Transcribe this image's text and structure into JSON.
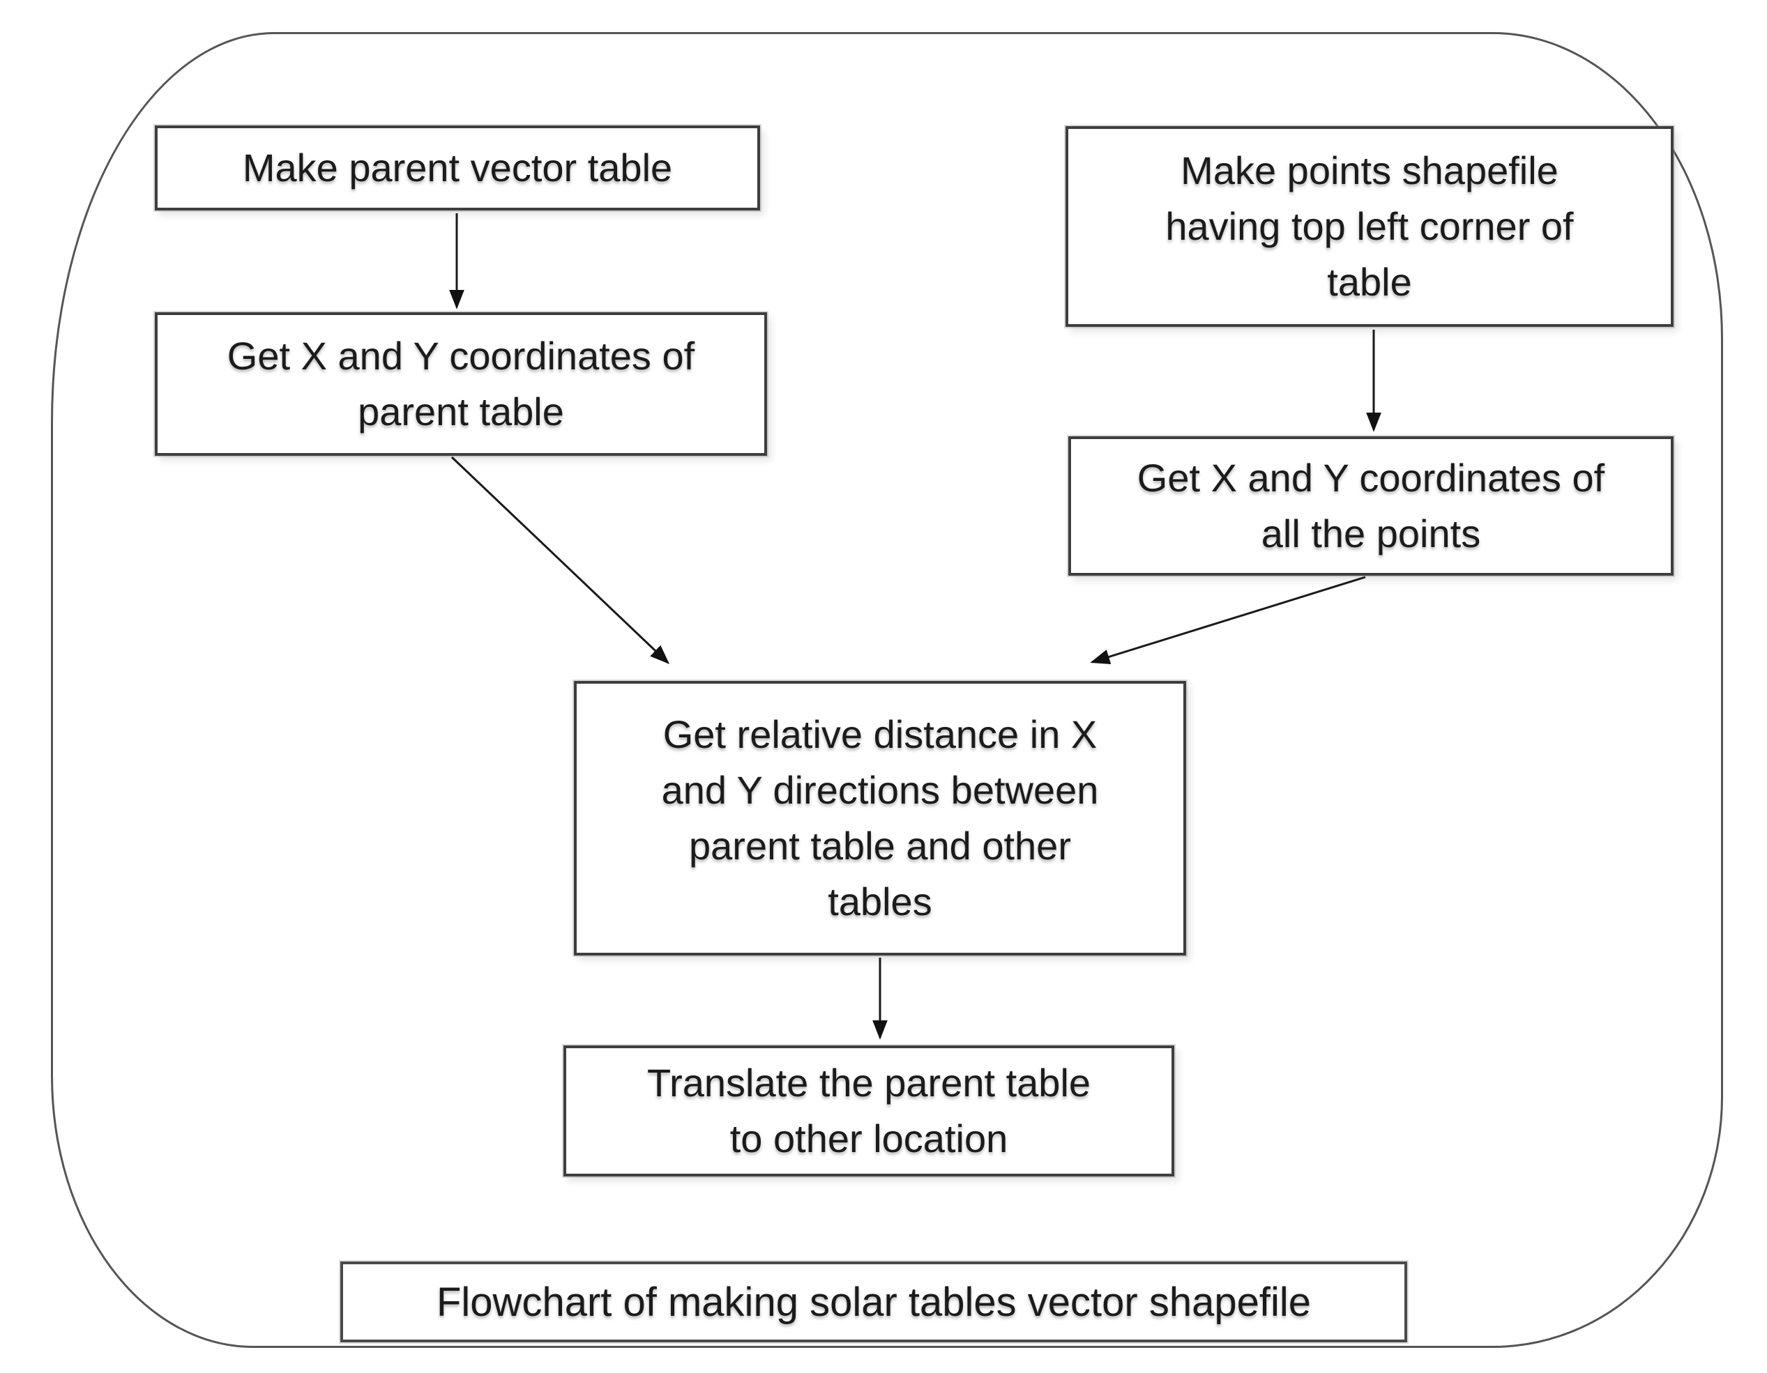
{
  "diagram": {
    "type": "flowchart",
    "caption": "Flowchart of making solar tables vector shapefile",
    "nodes": [
      {
        "id": "make-parent-vector-table",
        "label": "Make parent vector table"
      },
      {
        "id": "get-xy-parent-table",
        "label": "Get X and Y coordinates of\nparent table"
      },
      {
        "id": "make-points-shapefile",
        "label": "Make points shapefile\nhaving top left corner of\ntable"
      },
      {
        "id": "get-xy-all-points",
        "label": "Get X and Y coordinates of\nall the points"
      },
      {
        "id": "get-relative-distance",
        "label": "Get relative distance in X\nand Y directions between\nparent table and other\ntables"
      },
      {
        "id": "translate-parent-table",
        "label": "Translate the parent table\nto other location"
      }
    ],
    "edges": [
      {
        "from": "make-parent-vector-table",
        "to": "get-xy-parent-table"
      },
      {
        "from": "make-points-shapefile",
        "to": "get-xy-all-points"
      },
      {
        "from": "get-xy-parent-table",
        "to": "get-relative-distance"
      },
      {
        "from": "get-xy-all-points",
        "to": "get-relative-distance"
      },
      {
        "from": "get-relative-distance",
        "to": "translate-parent-table"
      }
    ],
    "colors": {
      "background": "#ffffff",
      "box_fill": "#ffffff",
      "box_border": "#3e3e3e",
      "line": "#1a1a1a",
      "text": "#1b1b1b"
    }
  }
}
